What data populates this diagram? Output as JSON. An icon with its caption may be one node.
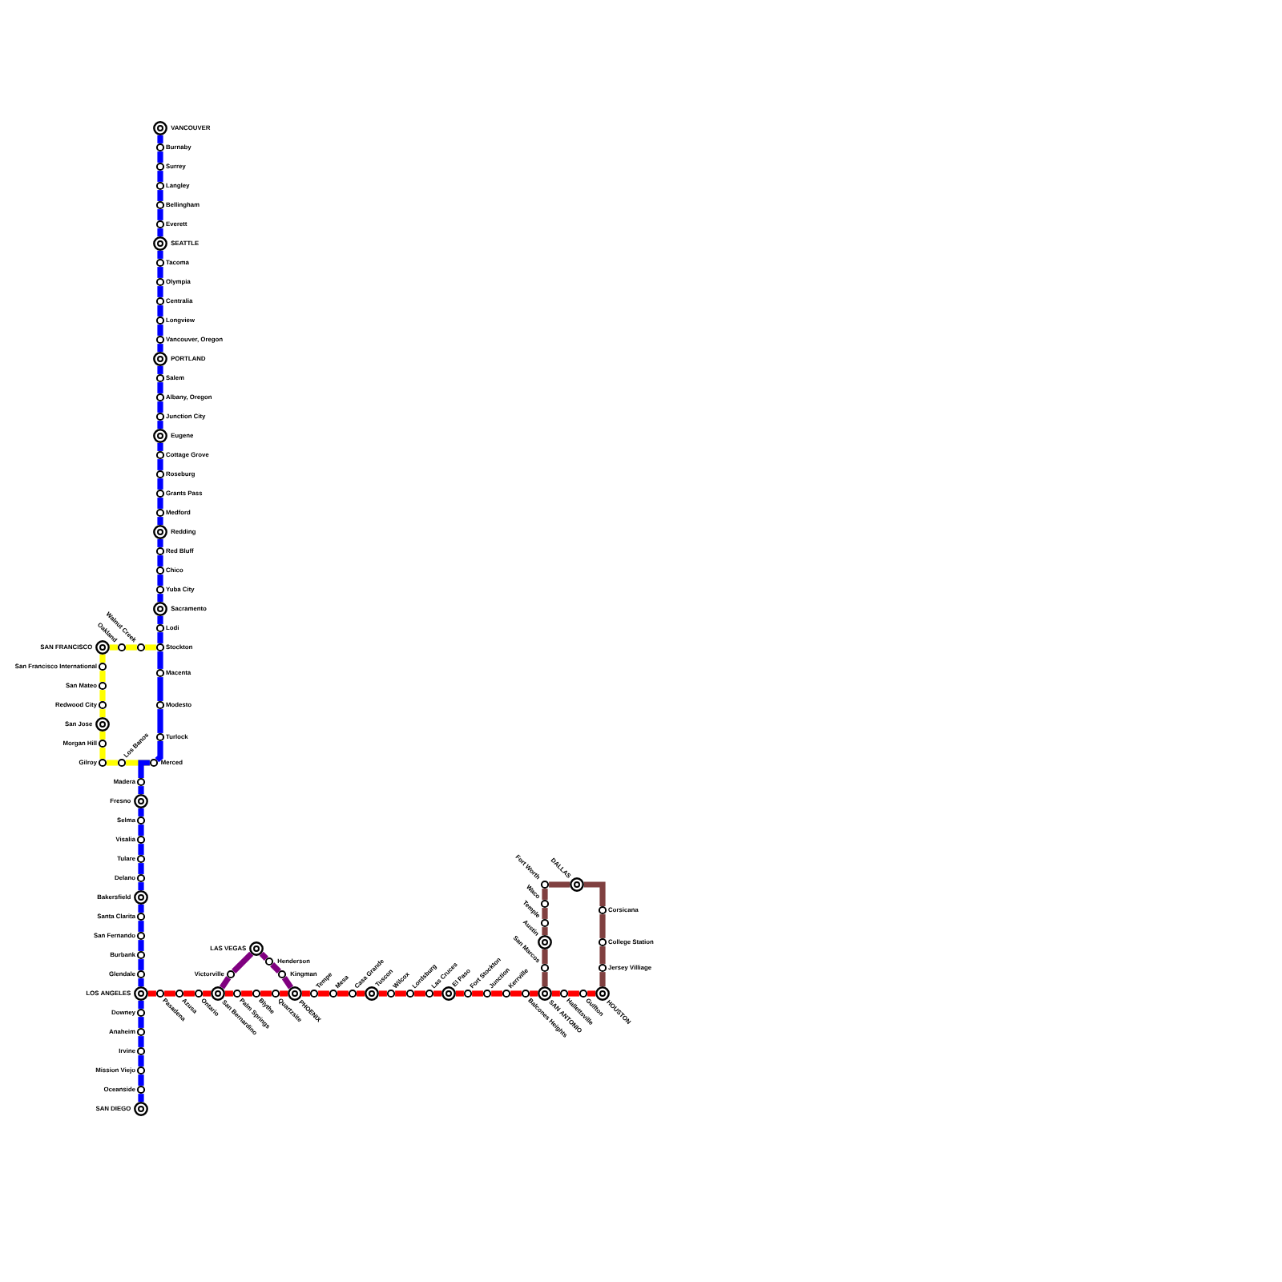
{
  "diagram": {
    "nodes": [
      {
        "text": [
          "VANCOUVER"
        ]
      },
      {
        "text": [
          "Burnaby"
        ]
      },
      {
        "text": [
          "Surrey"
        ]
      },
      {
        "text": [
          "Langley"
        ]
      },
      {
        "text": [
          "Bellingham"
        ]
      },
      {
        "text": [
          "Everett"
        ]
      },
      {
        "text": [
          "SEATTLE"
        ]
      },
      {
        "text": [
          "Tacoma"
        ]
      },
      {
        "text": [
          "Olympia"
        ]
      },
      {
        "text": [
          "Centralia"
        ]
      },
      {
        "text": [
          "Longview"
        ]
      },
      {
        "text": [
          "Vancouver, Oregon"
        ]
      },
      {
        "text": [
          "PORTLAND"
        ]
      },
      {
        "text": [
          "Salem"
        ]
      },
      {
        "text": [
          "Albany, Oregon"
        ]
      },
      {
        "text": [
          "Junction City"
        ]
      },
      {
        "text": [
          "Eugene"
        ]
      },
      {
        "text": [
          "Cottage Grove"
        ]
      },
      {
        "text": [
          "Roseburg"
        ]
      },
      {
        "text": [
          "Grants Pass"
        ]
      },
      {
        "text": [
          "Medford"
        ]
      },
      {
        "text": [
          "Redding"
        ]
      },
      {
        "text": [
          "Red Bluff"
        ]
      },
      {
        "text": [
          "Chico"
        ]
      },
      {
        "text": [
          "Yuba City"
        ]
      },
      {
        "text": [
          "Sacramento"
        ]
      },
      {
        "text": [
          "Lodi"
        ]
      },
      {
        "text": [
          "Stockton"
        ]
      },
      {
        "text": [
          "Macenta"
        ]
      },
      {
        "text": [
          "Modesto"
        ]
      },
      {
        "text": [
          "Turlock"
        ]
      },
      {
        "text": [
          "Merced"
        ]
      },
      {
        "text": [
          "SAN FRANCISCO"
        ]
      },
      {
        "text": [
          "Oakland"
        ]
      },
      {
        "text": [
          "Walnut Creek"
        ]
      },
      {
        "text": [
          "San Francisco International"
        ]
      },
      {
        "text": [
          "San Mateo"
        ]
      },
      {
        "text": [
          "Redwood City"
        ]
      },
      {
        "text": [
          "San Jose"
        ]
      },
      {
        "text": [
          "Morgan Hill"
        ]
      },
      {
        "text": [
          "Gilroy"
        ]
      },
      {
        "text": [
          "Los Banos"
        ]
      },
      {
        "text": [
          "Madera"
        ]
      },
      {
        "text": [
          "Fresno"
        ]
      },
      {
        "text": [
          "Selma"
        ]
      },
      {
        "text": [
          "Visalia"
        ]
      },
      {
        "text": [
          "Tulare"
        ]
      },
      {
        "text": [
          "Delano"
        ]
      },
      {
        "text": [
          "Bakersfield"
        ]
      },
      {
        "text": [
          "Santa Clarita"
        ]
      },
      {
        "text": [
          "San Fernando"
        ]
      },
      {
        "text": [
          "Burbank"
        ]
      },
      {
        "text": [
          "Glendale"
        ]
      },
      {
        "text": [
          "LOS ANGELES"
        ]
      },
      {
        "text": [
          "Downey"
        ]
      },
      {
        "text": [
          "Anaheim"
        ]
      },
      {
        "text": [
          "Irvine"
        ]
      },
      {
        "text": [
          "Mission Viejo"
        ]
      },
      {
        "text": [
          "Oceanside"
        ]
      },
      {
        "text": [
          "SAN DIEGO"
        ]
      },
      {
        "text": [
          "Pasadena"
        ]
      },
      {
        "text": [
          "Azusa"
        ]
      },
      {
        "text": [
          "Ontario"
        ]
      },
      {
        "text": [
          "San Bernardino"
        ]
      },
      {
        "text": [
          "Palm Springs"
        ]
      },
      {
        "text": [
          "Blythe"
        ]
      },
      {
        "text": [
          "Quartzsite"
        ]
      },
      {
        "text": [
          "PHOENIX"
        ]
      },
      {
        "text": [
          "Tempe"
        ]
      },
      {
        "text": [
          "Mesa"
        ]
      },
      {
        "text": [
          "Casa Grande"
        ]
      },
      {
        "text": [
          "Tuscon"
        ]
      },
      {
        "text": [
          "Wilcox"
        ]
      },
      {
        "text": [
          "Lordsburg"
        ]
      },
      {
        "text": [
          "Las Cruces"
        ]
      },
      {
        "text": [
          "El Paso"
        ]
      },
      {
        "text": [
          "Fort Stockton"
        ]
      },
      {
        "text": [
          "Junction"
        ]
      },
      {
        "text": [
          "Kerrville"
        ]
      },
      {
        "text": [
          "Balcones Heights"
        ]
      },
      {
        "text": [
          "SAN ANTONIO"
        ]
      },
      {
        "text": [
          "Hallettsville"
        ]
      },
      {
        "text": [
          "Gulfton"
        ]
      },
      {
        "text": [
          "HOUSTON"
        ]
      },
      {
        "text": [
          "Victorville"
        ]
      },
      {
        "text": [
          "LAS VEGAS"
        ]
      },
      {
        "text": [
          "Henderson"
        ]
      },
      {
        "text": [
          "Kingman"
        ]
      },
      {
        "text": [
          "Fort Worth"
        ]
      },
      {
        "text": [
          "DALLAS"
        ]
      },
      {
        "text": [
          "Waco"
        ]
      },
      {
        "text": [
          "Temple"
        ]
      },
      {
        "text": [
          "Austin"
        ]
      },
      {
        "text": [
          "San Marcos"
        ]
      },
      {
        "text": [
          "Corsicana"
        ]
      },
      {
        "text": [
          "College Station"
        ]
      },
      {
        "text": [
          "Jersey Villiage"
        ]
      }
    ],
    "edges": [
      {
        "from": 32,
        "to": 33,
        "arrow": "none",
        "color": "#ffff00"
      },
      {
        "from": 33,
        "to": 34,
        "arrow": "none",
        "color": "#ffff00"
      },
      {
        "from": 34,
        "to": 27,
        "arrow": "none",
        "color": "#ffff00"
      },
      {
        "from": 32,
        "to": 35,
        "arrow": "none",
        "color": "#ffff00"
      },
      {
        "from": 35,
        "to": 36,
        "arrow": "none",
        "color": "#ffff00"
      },
      {
        "from": 36,
        "to": 37,
        "arrow": "none",
        "color": "#ffff00"
      },
      {
        "from": 37,
        "to": 38,
        "arrow": "none",
        "color": "#ffff00"
      },
      {
        "from": 38,
        "to": 39,
        "arrow": "none",
        "color": "#ffff00"
      },
      {
        "from": 39,
        "to": 40,
        "arrow": "none",
        "color": "#ffff00"
      },
      {
        "from": 40,
        "to": 41,
        "arrow": "none",
        "color": "#ffff00"
      },
      {
        "from": 41,
        "to": 31,
        "arrow": "none",
        "color": "#ffff00"
      },
      {
        "from": 0,
        "to": 1,
        "arrow": "none"
      },
      {
        "from": 1,
        "to": 2,
        "arrow": "none"
      },
      {
        "from": 2,
        "to": 3,
        "arrow": "none"
      },
      {
        "from": 3,
        "to": 4,
        "arrow": "none"
      },
      {
        "from": 4,
        "to": 5,
        "arrow": "none"
      },
      {
        "from": 5,
        "to": 6,
        "arrow": "none"
      },
      {
        "from": 6,
        "to": 7,
        "arrow": "none"
      },
      {
        "from": 7,
        "to": 8,
        "arrow": "none"
      },
      {
        "from": 8,
        "to": 9,
        "arrow": "none"
      },
      {
        "from": 9,
        "to": 10,
        "arrow": "none"
      },
      {
        "from": 10,
        "to": 11,
        "arrow": "none"
      },
      {
        "from": 11,
        "to": 12,
        "arrow": "none"
      },
      {
        "from": 12,
        "to": 13,
        "arrow": "none"
      },
      {
        "from": 13,
        "to": 14,
        "arrow": "none"
      },
      {
        "from": 14,
        "to": 15,
        "arrow": "none"
      },
      {
        "from": 15,
        "to": 16,
        "arrow": "none"
      },
      {
        "from": 16,
        "to": 17,
        "arrow": "none"
      },
      {
        "from": 17,
        "to": 18,
        "arrow": "none"
      },
      {
        "from": 18,
        "to": 19,
        "arrow": "none"
      },
      {
        "from": 19,
        "to": 20,
        "arrow": "none"
      },
      {
        "from": 20,
        "to": 21,
        "arrow": "none"
      },
      {
        "from": 21,
        "to": 22,
        "arrow": "none"
      },
      {
        "from": 22,
        "to": 23,
        "arrow": "none"
      },
      {
        "from": 23,
        "to": 24,
        "arrow": "none"
      },
      {
        "from": 24,
        "to": 25,
        "arrow": "none"
      },
      {
        "from": 25,
        "to": 26,
        "arrow": "none"
      },
      {
        "from": 26,
        "to": 27,
        "arrow": "none"
      },
      {
        "from": 27,
        "to": 28,
        "arrow": "none"
      },
      {
        "from": 28,
        "to": 29,
        "arrow": "none"
      },
      {
        "from": 29,
        "to": 30,
        "arrow": "none"
      },
      {
        "from": 30,
        "to": 31,
        "arrow": "none"
      },
      {
        "from": 31,
        "to": 42,
        "arrow": "none"
      },
      {
        "from": 42,
        "to": 43,
        "arrow": "none"
      },
      {
        "from": 43,
        "to": 44,
        "arrow": "none"
      },
      {
        "from": 44,
        "to": 45,
        "arrow": "none"
      },
      {
        "from": 45,
        "to": 46,
        "arrow": "none"
      },
      {
        "from": 46,
        "to": 47,
        "arrow": "none"
      },
      {
        "from": 47,
        "to": 48,
        "arrow": "none"
      },
      {
        "from": 48,
        "to": 49,
        "arrow": "none"
      },
      {
        "from": 49,
        "to": 50,
        "arrow": "none"
      },
      {
        "from": 50,
        "to": 51,
        "arrow": "none"
      },
      {
        "from": 51,
        "to": 52,
        "arrow": "none"
      },
      {
        "from": 52,
        "to": 53,
        "arrow": "none"
      },
      {
        "from": 53,
        "to": 54,
        "arrow": "none"
      },
      {
        "from": 54,
        "to": 55,
        "arrow": "none"
      },
      {
        "from": 55,
        "to": 56,
        "arrow": "none"
      },
      {
        "from": 56,
        "to": 57,
        "arrow": "none"
      },
      {
        "from": 57,
        "to": 58,
        "arrow": "none"
      },
      {
        "from": 58,
        "to": 59,
        "arrow": "none"
      },
      {
        "from": 53,
        "to": 60,
        "arrow": "none",
        "color": "#ff0000"
      },
      {
        "from": 60,
        "to": 61,
        "arrow": "none",
        "color": "#ff0000"
      },
      {
        "from": 61,
        "to": 62,
        "arrow": "none",
        "color": "#ff0000"
      },
      {
        "from": 62,
        "to": 63,
        "arrow": "none",
        "color": "#ff0000"
      },
      {
        "from": 63,
        "to": 64,
        "arrow": "none",
        "color": "#ff0000"
      },
      {
        "from": 64,
        "to": 65,
        "arrow": "none",
        "color": "#ff0000"
      },
      {
        "from": 65,
        "to": 66,
        "arrow": "none",
        "color": "#ff0000"
      },
      {
        "from": 66,
        "to": 67,
        "arrow": "none",
        "color": "#ff0000"
      },
      {
        "from": 67,
        "to": 68,
        "arrow": "none",
        "color": "#ff0000"
      },
      {
        "from": 68,
        "to": 69,
        "arrow": "none",
        "color": "#ff0000"
      },
      {
        "from": 69,
        "to": 70,
        "arrow": "none",
        "color": "#ff0000"
      },
      {
        "from": 70,
        "to": 71,
        "arrow": "none",
        "color": "#ff0000"
      },
      {
        "from": 71,
        "to": 72,
        "arrow": "none",
        "color": "#ff0000"
      },
      {
        "from": 72,
        "to": 73,
        "arrow": "none",
        "color": "#ff0000"
      },
      {
        "from": 73,
        "to": 74,
        "arrow": "none",
        "color": "#ff0000"
      },
      {
        "from": 74,
        "to": 75,
        "arrow": "none",
        "color": "#ff0000"
      },
      {
        "from": 75,
        "to": 76,
        "arrow": "none",
        "color": "#ff0000"
      },
      {
        "from": 76,
        "to": 77,
        "arrow": "none",
        "color": "#ff0000"
      },
      {
        "from": 77,
        "to": 78,
        "arrow": "none",
        "color": "#ff0000"
      },
      {
        "from": 78,
        "to": 79,
        "arrow": "none",
        "color": "#ff0000"
      },
      {
        "from": 79,
        "to": 80,
        "arrow": "none",
        "color": "#ff0000"
      },
      {
        "from": 80,
        "to": 81,
        "arrow": "none",
        "color": "#ff0000"
      },
      {
        "from": 81,
        "to": 82,
        "arrow": "none",
        "color": "#ff0000"
      },
      {
        "from": 82,
        "to": 83,
        "arrow": "none",
        "color": "#ff0000"
      },
      {
        "from": 63,
        "to": 84,
        "arrow": "none",
        "color": "#800080"
      },
      {
        "from": 84,
        "to": 85,
        "arrow": "none",
        "color": "#800080"
      },
      {
        "from": 85,
        "to": 86,
        "arrow": "none",
        "color": "#800080"
      },
      {
        "from": 86,
        "to": 87,
        "arrow": "none",
        "color": "#800080"
      },
      {
        "from": 87,
        "to": 67,
        "arrow": "none",
        "color": "#800080"
      },
      {
        "from": 80,
        "to": 93,
        "arrow": "none",
        "color": "#804040"
      },
      {
        "from": 93,
        "to": 92,
        "arrow": "none",
        "color": "#804040"
      },
      {
        "from": 92,
        "to": 91,
        "arrow": "none",
        "color": "#804040"
      },
      {
        "from": 91,
        "to": 90,
        "arrow": "none",
        "color": "#804040"
      },
      {
        "from": 90,
        "to": 88,
        "arrow": "none",
        "color": "#804040"
      },
      {
        "from": 88,
        "to": 89,
        "arrow": "none",
        "color": "#804040"
      },
      {
        "from": 89,
        "to": 94,
        "arrow": "none",
        "color": "#804040"
      },
      {
        "from": 94,
        "to": 95,
        "arrow": "none",
        "color": "#804040"
      },
      {
        "from": 95,
        "to": 96,
        "arrow": "none",
        "color": "#804040"
      },
      {
        "from": 96,
        "to": 83,
        "arrow": "none",
        "color": "#804040"
      }
    ]
  }
}
